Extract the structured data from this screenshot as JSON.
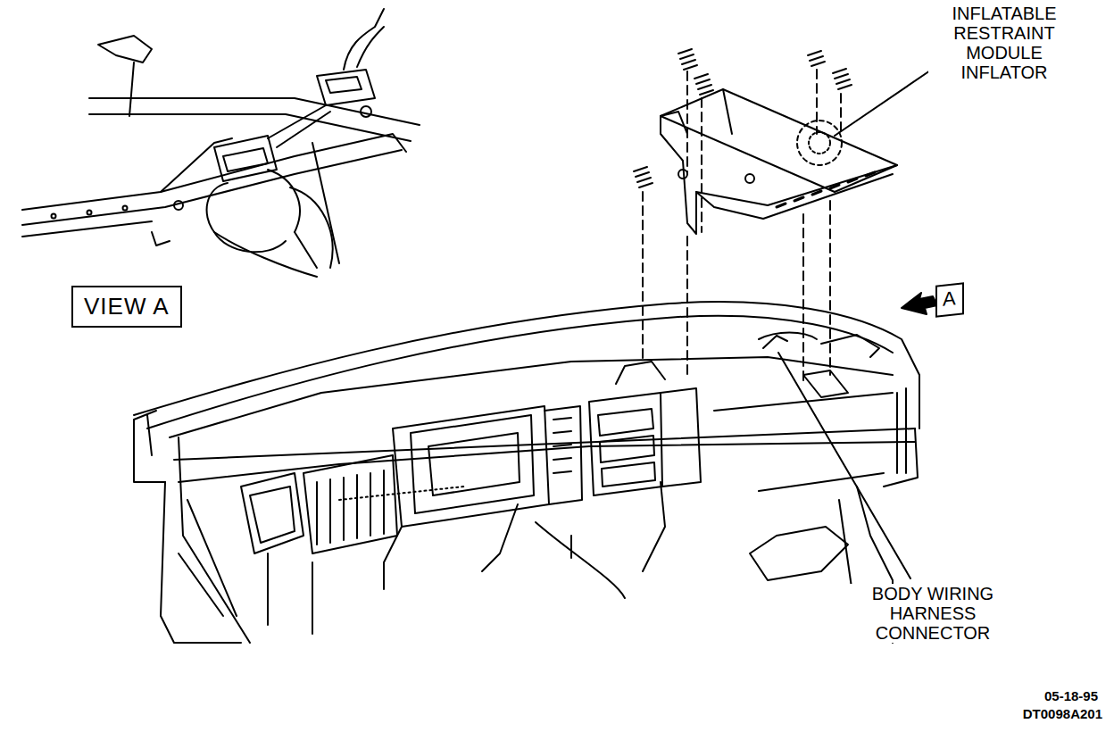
{
  "diagram": {
    "nodes": [
      {
        "text": [
          "VIEW A"
        ]
      },
      {
        "text": [
          "A"
        ]
      }
    ],
    "labels": [
      "INFLATABLE RESTRAINT MODULE INFLATOR",
      "BODY WIRING HARNESS CONNECTOR",
      "05-18-95",
      "DT0098A201"
    ]
  }
}
